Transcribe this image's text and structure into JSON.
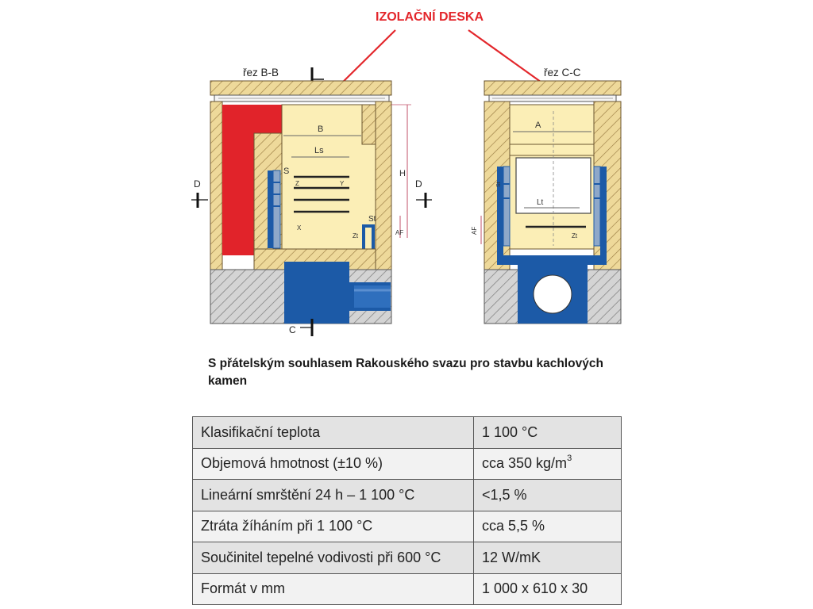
{
  "diagram": {
    "callout": "IZOLAČNÍ DESKA",
    "section_left": "řez B-B",
    "section_right": "řez C-C",
    "marker_d": "D",
    "marker_c": "C",
    "dims": {
      "B": "B",
      "Ls": "Ls",
      "S": "S",
      "H": "H",
      "St": "St",
      "Zt": "Zt",
      "AF": "AF",
      "A": "A",
      "Lt": "Lt",
      "Z": "Z",
      "Y": "Y",
      "X": "X"
    },
    "colors": {
      "callout": "#e3262b",
      "firebox_red": "#e1232a",
      "chamfer": "#f4e7b3",
      "masonry": "#eed99a",
      "pipe_blue": "#1c5aa7",
      "hatch_gray": "#9c9c9c"
    }
  },
  "caption": "S přátelským souhlasem Rakouského svazu pro stavbu kachlových kamen",
  "table": {
    "rows": [
      {
        "property": "Klasifikační teplota",
        "value": "1 100 °C"
      },
      {
        "property": "Objemová hmotnost (±10 %)",
        "value": "cca 350 kg/m",
        "sup": "3"
      },
      {
        "property": "Lineární smrštění 24 h – 1 100 °C",
        "value": "<1,5 %"
      },
      {
        "property": "Ztráta žíháním při 1 100 °C",
        "value": "cca 5,5 %"
      },
      {
        "property": "Součinitel tepelné vodivosti při 600 °C",
        "value": "12 W/mK"
      },
      {
        "property": "Formát v mm",
        "value": "1 000 x 610 x 30"
      }
    ]
  }
}
